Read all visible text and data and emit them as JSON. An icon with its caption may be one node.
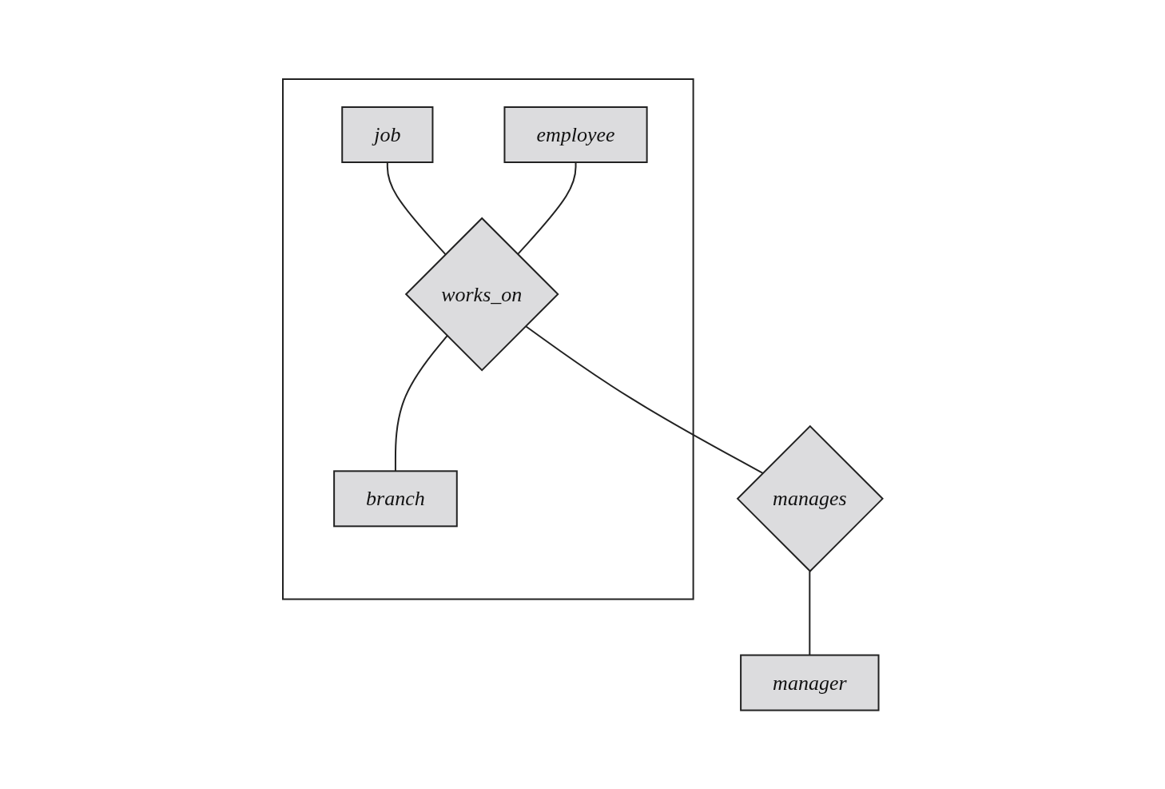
{
  "diagram": {
    "nodes": [
      {
        "text": [],
        "shape": "box"
      },
      {
        "text": [
          "job"
        ],
        "in": 0
      },
      {
        "text": [
          "employee"
        ],
        "in": 0
      },
      {
        "text": [
          "works_on"
        ],
        "in": 0
      },
      {
        "text": [
          "branch"
        ],
        "in": 0
      },
      {
        "text": [
          "manages"
        ]
      },
      {
        "text": [
          "manager"
        ]
      }
    ],
    "edges": [
      {
        "from": 1,
        "to": 3,
        "arrow": "none"
      },
      {
        "from": 2,
        "to": 3,
        "arrow": "none"
      },
      {
        "from": 3,
        "to": 4,
        "arrow": "none"
      },
      {
        "from": 3,
        "to": 5,
        "arrow": "none"
      },
      {
        "from": 5,
        "to": 6,
        "arrow": "none"
      }
    ]
  }
}
